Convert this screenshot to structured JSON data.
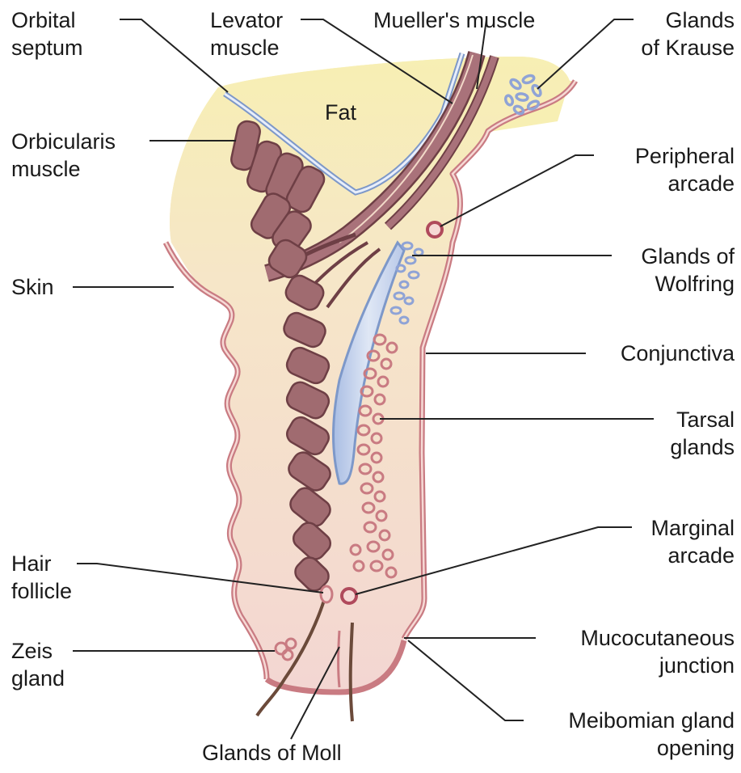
{
  "diagram": {
    "center_label": "Fat",
    "labels": {
      "orbital_septum": "Orbital\nseptum",
      "levator_muscle": "Levator\nmuscle",
      "muellers_muscle": "Mueller's muscle",
      "glands_of_krause": "Glands\nof Krause",
      "orbicularis_muscle": "Orbicularis\nmuscle",
      "peripheral_arcade": "Peripheral\narcade",
      "skin": "Skin",
      "glands_of_wolfring": "Glands of\nWolfring",
      "conjunctiva": "Conjunctiva",
      "tarsal_glands": "Tarsal\nglands",
      "marginal_arcade": "Marginal\narcade",
      "hair_follicle": "Hair\nfollicle",
      "mucocutaneous_junction": "Mucocutaneous\njunction",
      "zeis_gland": "Zeis\ngland",
      "meibomian_gland_opening": "Meibomian gland\nopening",
      "glands_of_moll": "Glands of Moll"
    },
    "colors": {
      "fat": "#f7efb3",
      "tissue": "#f6e1d6",
      "muscle": "#9e6a6e",
      "muscle_outline": "#6e3f45",
      "epithelium": "#c97b82",
      "tarsus": "#c9d6ee",
      "septum": "#9bb6dc",
      "gland_blue": "#8fa3d6",
      "vessel": "#b04a5c",
      "leader": "#222222"
    }
  }
}
